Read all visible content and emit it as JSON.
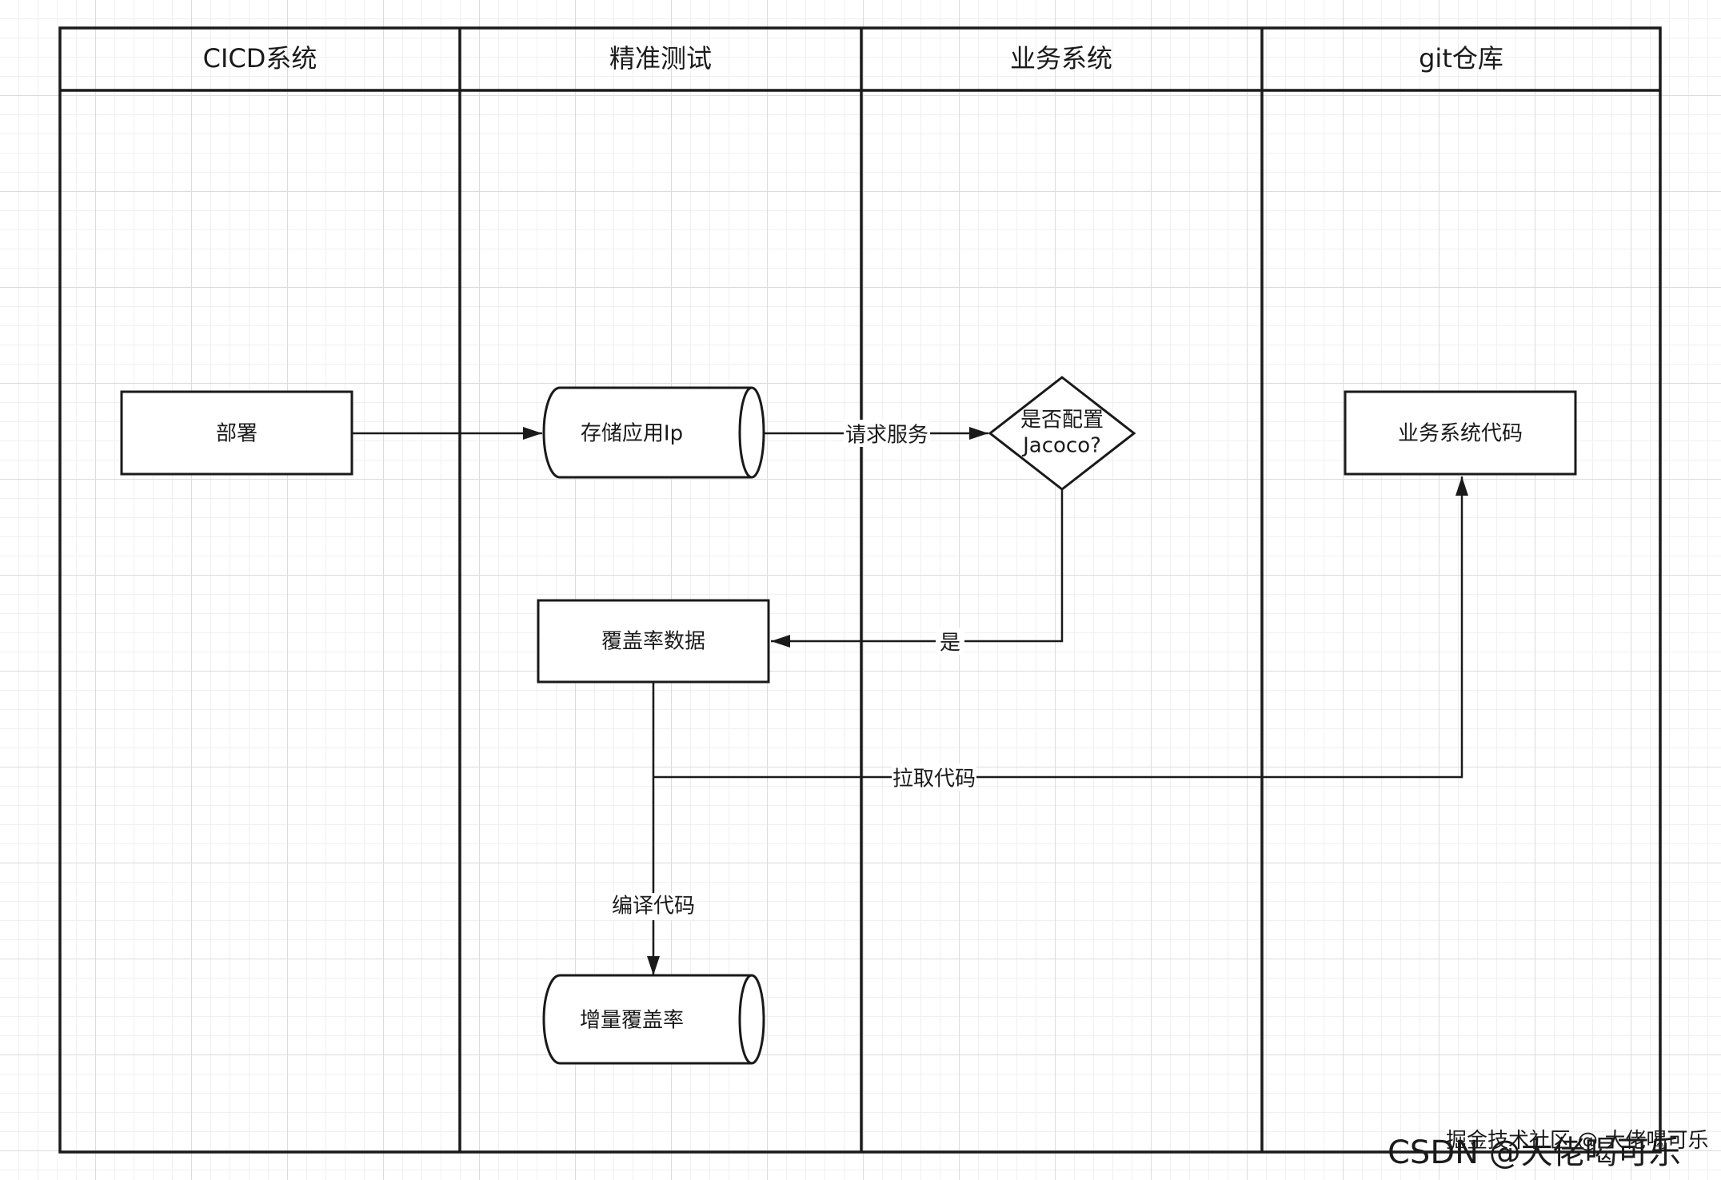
{
  "lanes": [
    {
      "title": "CICD系统"
    },
    {
      "title": "精准测试"
    },
    {
      "title": "业务系统"
    },
    {
      "title": "git仓库"
    }
  ],
  "nodes": {
    "deploy": "部署",
    "store_ip": "存储应用Ip",
    "decision_line1": "是否配置",
    "decision_line2": "Jacoco?",
    "git_code": "业务系统代码",
    "coverage_data": "覆盖率数据",
    "incremental": "增量覆盖率"
  },
  "edges": {
    "request_service": "请求服务",
    "yes": "是",
    "pull_code": "拉取代码",
    "compile_code": "编译代码"
  },
  "watermark": {
    "line1": "掘金技术社区 @ 大佬喝可乐",
    "line2": "CSDN @大佬喝可乐"
  }
}
